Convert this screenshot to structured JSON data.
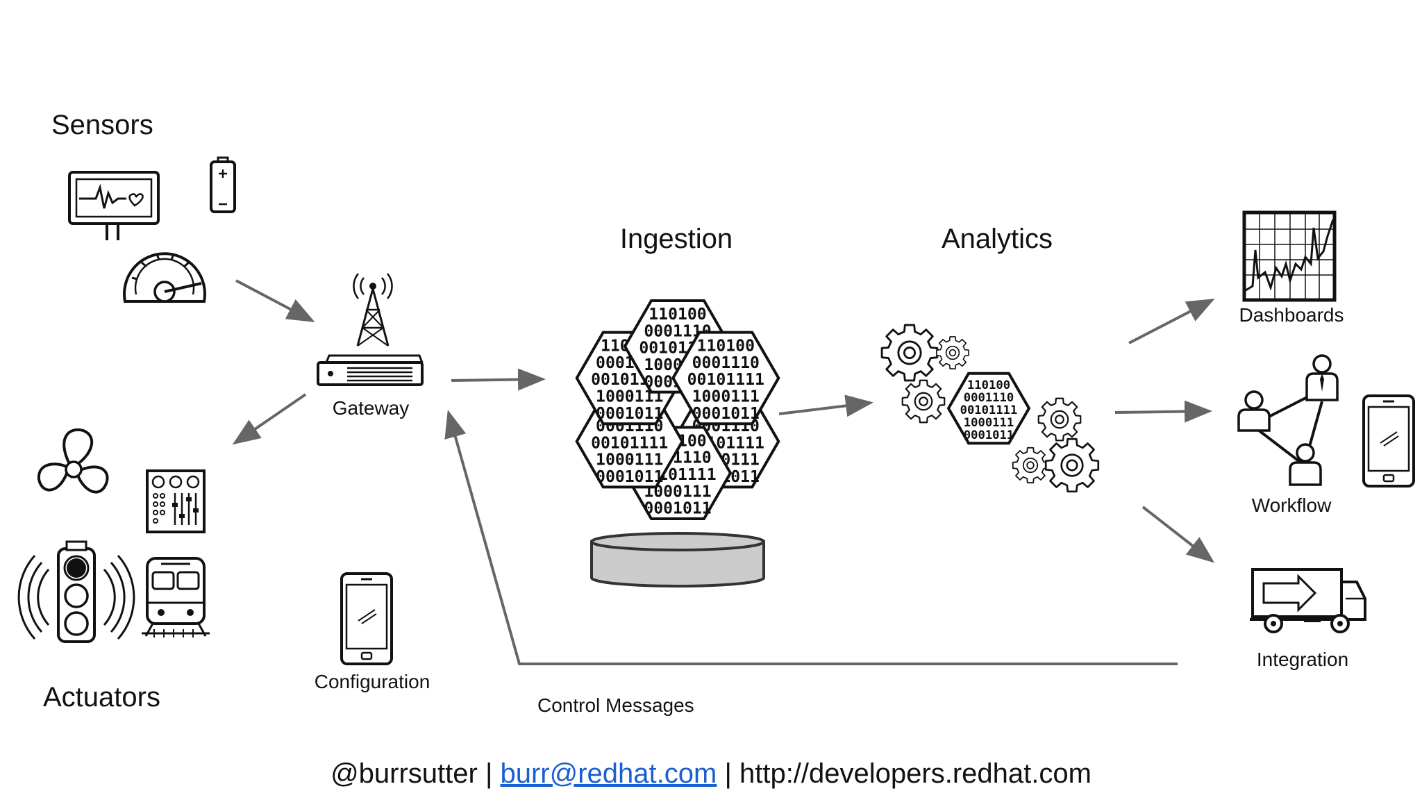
{
  "labels": {
    "sensors": "Sensors",
    "actuators": "Actuators",
    "gateway": "Gateway",
    "configuration": "Configuration",
    "ingestion": "Ingestion",
    "analytics": "Analytics",
    "dashboards": "Dashboards",
    "workflow": "Workflow",
    "integration": "Integration",
    "control_messages": "Control Messages"
  },
  "footer": {
    "handle": "@burrsutter",
    "separator": "|",
    "email": "burr@redhat.com",
    "url": "http://developers.redhat.com"
  },
  "hex_binary": [
    "110100",
    "0001110",
    "00101111",
    "1000111",
    "0001011"
  ],
  "icons": {
    "sensors": [
      "heart-monitor-icon",
      "battery-icon",
      "gauge-icon"
    ],
    "actuators": [
      "fan-icon",
      "control-panel-icon",
      "traffic-light-icon",
      "train-icon"
    ],
    "gateway": [
      "radio-tower-icon",
      "router-icon"
    ],
    "configuration": [
      "smartphone-icon"
    ],
    "ingestion": [
      "data-hexagon-cluster-icon",
      "database-disk-icon"
    ],
    "analytics": [
      "gears-icon"
    ],
    "outputs": [
      "dashboard-chart-icon",
      "people-network-icon",
      "smartphone-icon",
      "delivery-truck-icon"
    ]
  },
  "colors": {
    "arrow": "#666666",
    "ink": "#111111",
    "disk_fill": "#cccccc",
    "link": "#1a5fd1"
  }
}
